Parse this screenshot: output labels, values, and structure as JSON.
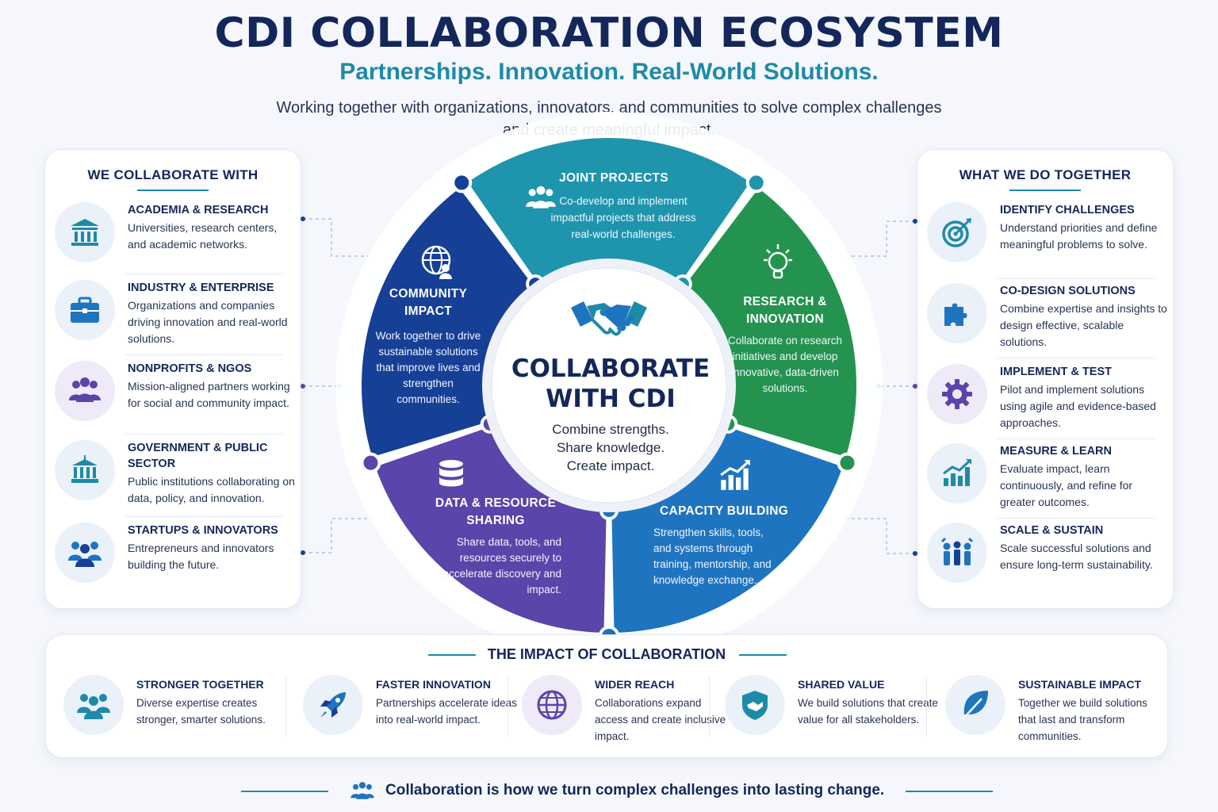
{
  "header": {
    "title": "CDI COLLABORATION ECOSYSTEM",
    "subtitle": "Partnerships. Innovation. Real-World Solutions.",
    "intro_line1": "Working together with organizations, innovators, and communities to solve complex challenges",
    "intro_line2": "and create meaningful impact."
  },
  "left_panel": {
    "heading": "WE COLLABORATE WITH",
    "items": [
      {
        "title": "ACADEMIA & RESEARCH",
        "desc": "Universities, research centers, and academic networks.",
        "icon": "university-icon"
      },
      {
        "title": "INDUSTRY & ENTERPRISE",
        "desc": "Organizations and companies driving innovation and real-world solutions.",
        "icon": "briefcase-icon"
      },
      {
        "title": "NONPROFITS & NGOS",
        "desc": "Mission-aligned partners working for social and community impact.",
        "icon": "people-group-icon"
      },
      {
        "title": "GOVERNMENT & PUBLIC SECTOR",
        "desc": "Public institutions collaborating on data, policy, and innovation.",
        "icon": "government-building-icon"
      },
      {
        "title": "STARTUPS & INNOVATORS",
        "desc": "Entrepreneurs and innovators building the future.",
        "icon": "team-icon"
      }
    ]
  },
  "right_panel": {
    "heading": "WHAT WE DO TOGETHER",
    "items": [
      {
        "title": "IDENTIFY CHALLENGES",
        "desc": "Understand priorities and define meaningful problems to solve.",
        "icon": "target-icon"
      },
      {
        "title": "CO-DESIGN SOLUTIONS",
        "desc": "Combine expertise and insights to design effective, scalable solutions.",
        "icon": "puzzle-icon"
      },
      {
        "title": "IMPLEMENT & TEST",
        "desc": "Pilot and implement solutions using agile and evidence-based approaches.",
        "icon": "gear-icon"
      },
      {
        "title": "MEASURE & LEARN",
        "desc": "Evaluate impact, learn continuously, and refine for greater outcomes.",
        "icon": "growth-chart-icon"
      },
      {
        "title": "SCALE & SUSTAIN",
        "desc": "Scale successful solutions and ensure long-term sustainability.",
        "icon": "united-people-icon"
      }
    ]
  },
  "wheel": {
    "center_title_line1": "COLLABORATE",
    "center_title_line2": "WITH CDI",
    "center_sub_line1": "Combine strengths.",
    "center_sub_line2": "Share knowledge.",
    "center_sub_line3": "Create impact.",
    "center_icon": "handshake-icon",
    "segments": [
      {
        "title": "JOINT PROJECTS",
        "desc": "Co-develop and implement impactful projects that address real-world challenges.",
        "color": "#1e95ad",
        "icon": "people-group-icon"
      },
      {
        "title": "RESEARCH & INNOVATION",
        "desc": "Collaborate on research initiatives and develop innovative, data-driven solutions.",
        "color": "#23934f",
        "icon": "lightbulb-icon"
      },
      {
        "title": "CAPACITY BUILDING",
        "desc": "Strengthen skills, tools, and systems through training, mentorship, and knowledge exchange.",
        "color": "#1f74c0",
        "icon": "growth-chart-icon"
      },
      {
        "title": "DATA & RESOURCE SHARING",
        "desc": "Share data, tools, and resources securely to accelerate discovery and impact.",
        "color": "#5a45aa",
        "icon": "database-icon"
      },
      {
        "title": "COMMUNITY IMPACT",
        "desc": "Work together to drive sustainable solutions that improve lives and strengthen communities.",
        "color": "#163f96",
        "icon": "globe-people-icon"
      }
    ]
  },
  "impact": {
    "heading": "THE IMPACT OF COLLABORATION",
    "items": [
      {
        "title": "STRONGER TOGETHER",
        "desc": "Diverse expertise creates stronger, smarter solutions.",
        "icon": "team-icon"
      },
      {
        "title": "FASTER INNOVATION",
        "desc": "Partnerships accelerate ideas into real-world impact.",
        "icon": "rocket-icon"
      },
      {
        "title": "WIDER REACH",
        "desc": "Collaborations expand access and create inclusive impact.",
        "icon": "globe-icon"
      },
      {
        "title": "SHARED VALUE",
        "desc": "We build solutions that create value for all stakeholders.",
        "icon": "shield-handshake-icon"
      },
      {
        "title": "SUSTAINABLE IMPACT",
        "desc": "Together we build solutions that last and transform communities.",
        "icon": "leaf-icon"
      }
    ]
  },
  "footer": {
    "text": "Collaboration is how we turn complex challenges into lasting change.",
    "icon": "people-group-icon"
  }
}
